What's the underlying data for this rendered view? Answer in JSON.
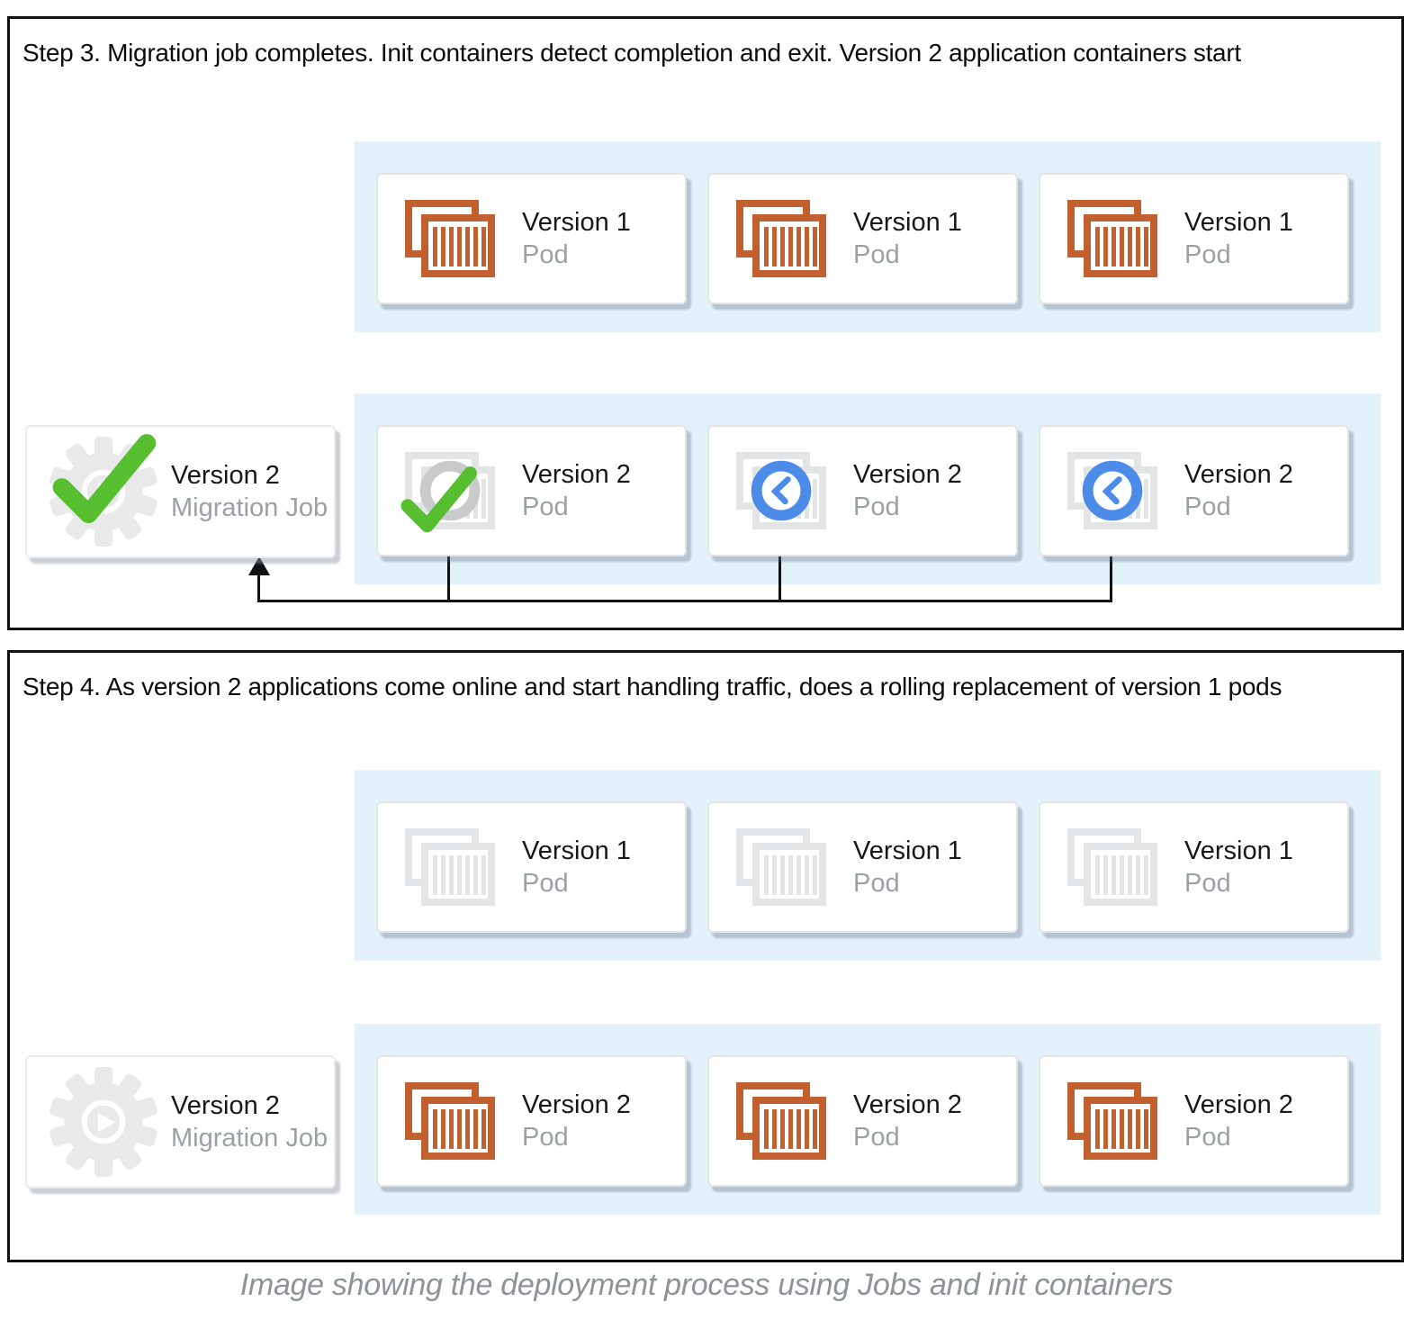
{
  "caption": "Image showing the deployment process using Jobs and init containers",
  "colors": {
    "container_orange": "#C2612F",
    "faded_gray": "#E3E4E5",
    "status_blue": "#4C8CE8",
    "check_green": "#57BE2F",
    "band_blue": "#E3F1FA",
    "gear_gray": "#E9E9E9",
    "ring_gray": "#C8CACC",
    "panel_border": "#111111"
  },
  "panel1": {
    "title": "Step 3. Migration job completes. Init containers detect completion and exit. Version 2 application containers start",
    "v1_pods": [
      {
        "title": "Version 1",
        "subtitle": "Pod",
        "icon": "containers-icon",
        "state": "running"
      },
      {
        "title": "Version 1",
        "subtitle": "Pod",
        "icon": "containers-icon",
        "state": "running"
      },
      {
        "title": "Version 1",
        "subtitle": "Pod",
        "icon": "containers-icon",
        "state": "running"
      }
    ],
    "migration_job": {
      "title": "Version 2",
      "subtitle": "Migration Job",
      "icon": "gear-play-icon",
      "status": "completed",
      "status_icon": "check-icon"
    },
    "v2_pods": [
      {
        "title": "Version 2",
        "subtitle": "Pod",
        "icon": "containers-icon",
        "status": "completed",
        "status_icon": "check-icon"
      },
      {
        "title": "Version 2",
        "subtitle": "Pod",
        "icon": "containers-icon",
        "status": "waiting",
        "status_icon": "clock-icon"
      },
      {
        "title": "Version 2",
        "subtitle": "Pod",
        "icon": "containers-icon",
        "status": "waiting",
        "status_icon": "clock-icon"
      }
    ]
  },
  "panel2": {
    "title": "Step 4. As version 2 applications come online and start handling traffic, does a rolling replacement of version 1 pods",
    "v1_pods": [
      {
        "title": "Version 1",
        "subtitle": "Pod",
        "icon": "containers-icon",
        "state": "faded"
      },
      {
        "title": "Version 1",
        "subtitle": "Pod",
        "icon": "containers-icon",
        "state": "faded"
      },
      {
        "title": "Version 1",
        "subtitle": "Pod",
        "icon": "containers-icon",
        "state": "faded"
      }
    ],
    "migration_job": {
      "title": "Version 2",
      "subtitle": "Migration Job",
      "icon": "gear-play-icon",
      "state": "faded"
    },
    "v2_pods": [
      {
        "title": "Version 2",
        "subtitle": "Pod",
        "icon": "containers-icon",
        "state": "running"
      },
      {
        "title": "Version 2",
        "subtitle": "Pod",
        "icon": "containers-icon",
        "state": "running"
      },
      {
        "title": "Version 2",
        "subtitle": "Pod",
        "icon": "containers-icon",
        "state": "running"
      }
    ]
  }
}
